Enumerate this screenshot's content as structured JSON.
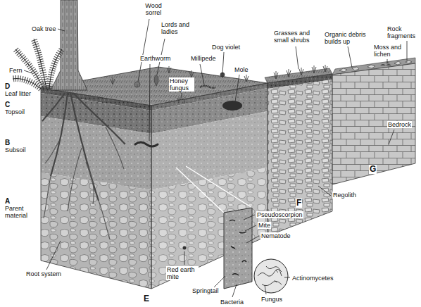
{
  "diagram": {
    "labels": [
      "Oak tree",
      "Wood sorrel",
      "Lords and ladies",
      "Fern",
      "Earthworm",
      "Millipede",
      "Honey fungus",
      "Dog violet",
      "Mole",
      "Grasses and small shrubs",
      "Organic debris builds up",
      "Moss and lichen",
      "Rock fragments",
      "Bedrock",
      "D",
      "Leaf litter",
      "C",
      "Topsoil",
      "B",
      "Subsoil",
      "A",
      "Parent material",
      "Root system",
      "Red earth mite",
      "E",
      "Springtail",
      "Bacteria",
      "Fungus",
      "Actinomycetes",
      "Pseudoscorpion",
      "Mite",
      "Nematode",
      "F",
      "Regolith",
      "G"
    ]
  }
}
